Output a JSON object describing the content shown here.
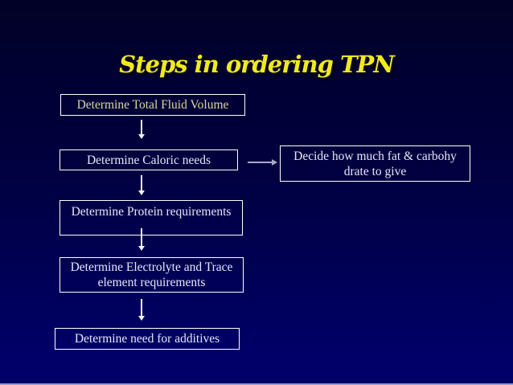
{
  "colors": {
    "bg_top": "#010127",
    "bg_bottom": "#000068",
    "title_color": "#F2EA1A",
    "title_shadow": "#0A0A28",
    "box_border": "#FFFFFF",
    "box1_text": "#DCD79B",
    "box_text": "#E6E6F5",
    "arrow_down": "#F2F2F7",
    "arrow_right": "#A9A9C9",
    "bottom_strip": "#9A9ACC"
  },
  "slide": {
    "title": "Steps in ordering TPN"
  },
  "flowchart": {
    "steps": [
      {
        "label": "Determine Total Fluid Volume"
      },
      {
        "label": "Determine Caloric needs"
      },
      {
        "label": "Determine Protein requirements"
      },
      {
        "line1": "Determine Electrolyte and Trace",
        "line2": "element requirements"
      },
      {
        "label": "Determine need for additives"
      }
    ],
    "side_box": {
      "line1": "Decide how much fat & carbohy",
      "line2": "drate to give"
    }
  }
}
